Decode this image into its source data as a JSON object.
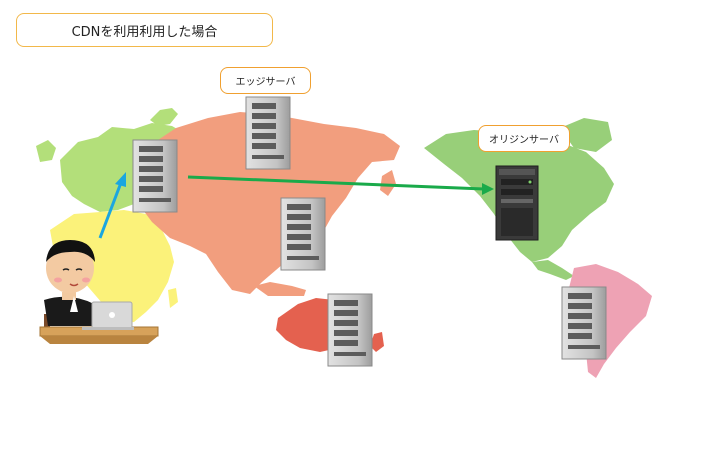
{
  "title": "CDNを利用利用した場合",
  "labels": {
    "edge_server": "エッジサーバ",
    "origin_server": "オリジンサーバ"
  },
  "colors": {
    "europe": "#b3df7a",
    "africa": "#fbf27a",
    "asia": "#f29e7e",
    "australia": "#e4614f",
    "north_america": "#98cf79",
    "south_america": "#eea2b4",
    "callout_border": "#f0a030",
    "request_arrow": "#1aa6e0",
    "origin_arrow": "#1aaa4a",
    "edge_server": "#c8c8c8",
    "origin_server": "#3a3a3a"
  },
  "icons": [
    "world-map-illustration",
    "edge-server-icon",
    "origin-server-icon",
    "user-with-laptop-icon"
  ]
}
